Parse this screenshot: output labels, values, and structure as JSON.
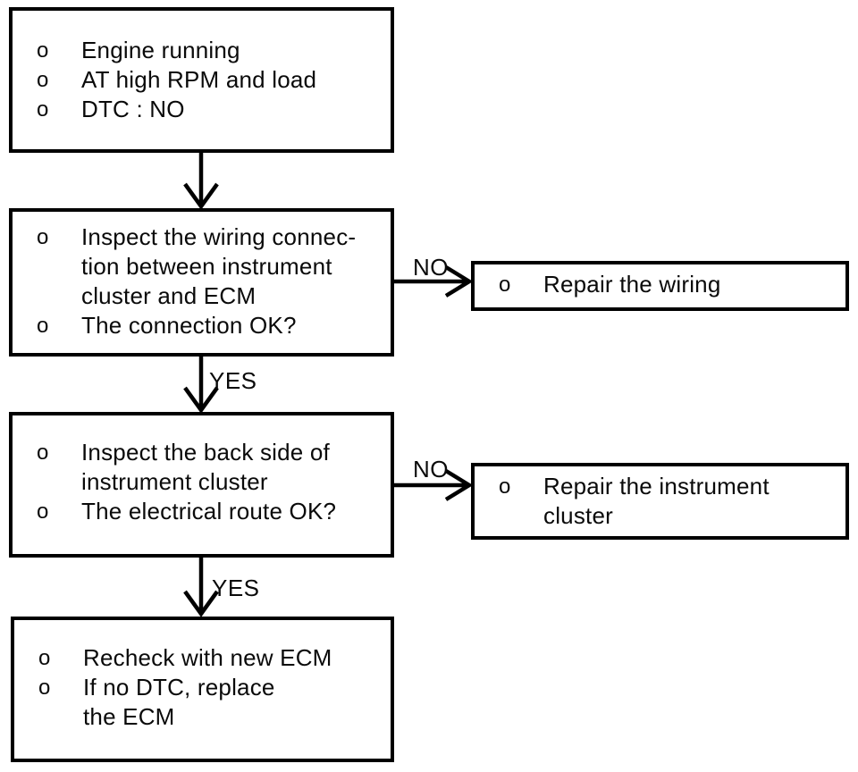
{
  "flowchart": {
    "bullet": "o",
    "labels": {
      "no_wiring": "NO",
      "yes_wiring": "YES",
      "no_cluster": "NO",
      "yes_cluster": "YES"
    },
    "boxes": {
      "start": {
        "items": [
          {
            "lines": [
              "Engine running"
            ]
          },
          {
            "lines": [
              "AT high RPM and load"
            ]
          },
          {
            "lines": [
              "DTC : NO"
            ]
          }
        ]
      },
      "check_wiring": {
        "items": [
          {
            "lines": [
              "Inspect the wiring connec-",
              "tion between instrument",
              "cluster and ECM"
            ]
          },
          {
            "lines": [
              "The connection OK?"
            ]
          }
        ]
      },
      "repair_wiring": {
        "items": [
          {
            "lines": [
              "Repair the wiring"
            ]
          }
        ]
      },
      "check_cluster": {
        "items": [
          {
            "lines": [
              "Inspect the back side of",
              "instrument cluster"
            ]
          },
          {
            "lines": [
              "The electrical route OK?"
            ]
          }
        ]
      },
      "repair_cluster": {
        "items": [
          {
            "lines": [
              "Repair the instrument",
              "cluster"
            ]
          }
        ]
      },
      "recheck_ecm": {
        "items": [
          {
            "lines": [
              "Recheck with new ECM"
            ]
          },
          {
            "lines": [
              "If no DTC, replace",
              "the ECM"
            ]
          }
        ]
      }
    }
  }
}
